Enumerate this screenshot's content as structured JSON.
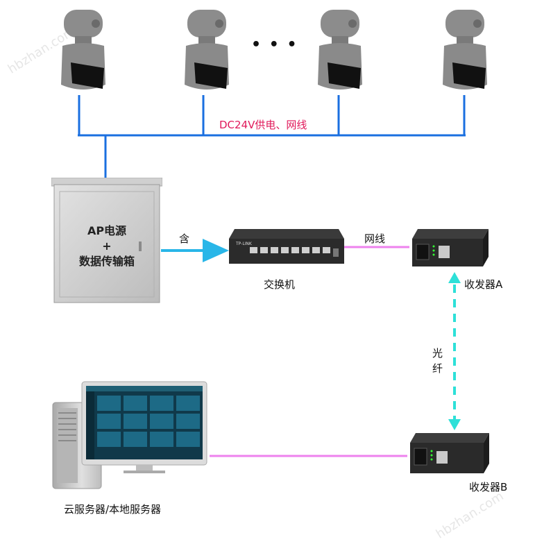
{
  "labels": {
    "power_network": "DC24V供电、网线",
    "ap_box_line1": "AP电源",
    "ap_box_plus": "+",
    "ap_box_line2": "数据传输箱",
    "contains": "含",
    "switch": "交换机",
    "network_cable": "网线",
    "transceiver_a": "收发器A",
    "fiber_line1": "光",
    "fiber_line2": "纤",
    "server": "云服务器/本地服务器",
    "transceiver_b": "收发器B",
    "ellipsis": "• • •",
    "switch_brand": "TP-LINK",
    "watermark": "hbzhan.com"
  },
  "colors": {
    "bus_blue": "#1a6fe0",
    "arrow_cyan": "#29b6e8",
    "label_pink": "#e0195a",
    "cable_pink": "#ee82ee",
    "fiber_cyan": "#2ee0d8"
  },
  "icons": [
    "camera-icon",
    "cabinet-icon",
    "switch-icon",
    "transceiver-icon",
    "server-icon",
    "monitor-icon"
  ]
}
